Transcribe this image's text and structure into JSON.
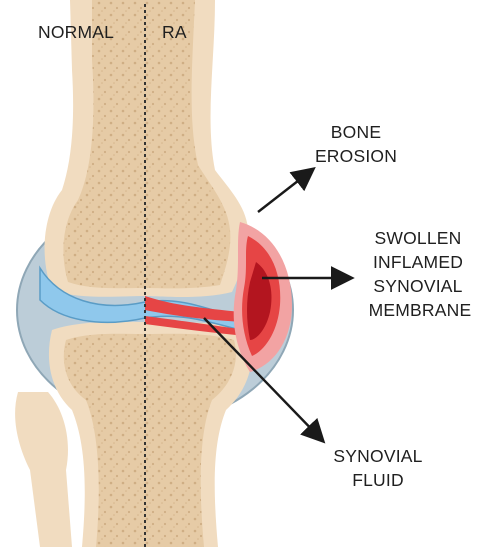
{
  "headers": {
    "left": "NORMAL",
    "right": "RA"
  },
  "labels": {
    "bone_erosion": [
      "BONE",
      "EROSION"
    ],
    "synovial_membrane": [
      "SWOLLEN",
      "INFLAMED",
      "SYNOVIAL",
      "MEMBRANE"
    ],
    "synovial_fluid": [
      "SYNOVIAL",
      "FLUID"
    ]
  },
  "colors": {
    "bone_outer": "#f1dcc0",
    "bone_inner": "#e4c8a2",
    "bone_pore": "#cfae84",
    "capsule": "#b9cbd6",
    "capsule_stroke": "#8fa7b6",
    "fluid": "#8fc8ec",
    "inflamed": "#e64545",
    "inflamed_light": "#f2a3a3",
    "inflamed_dark": "#b3151f",
    "arrow": "#1a1a1a"
  }
}
